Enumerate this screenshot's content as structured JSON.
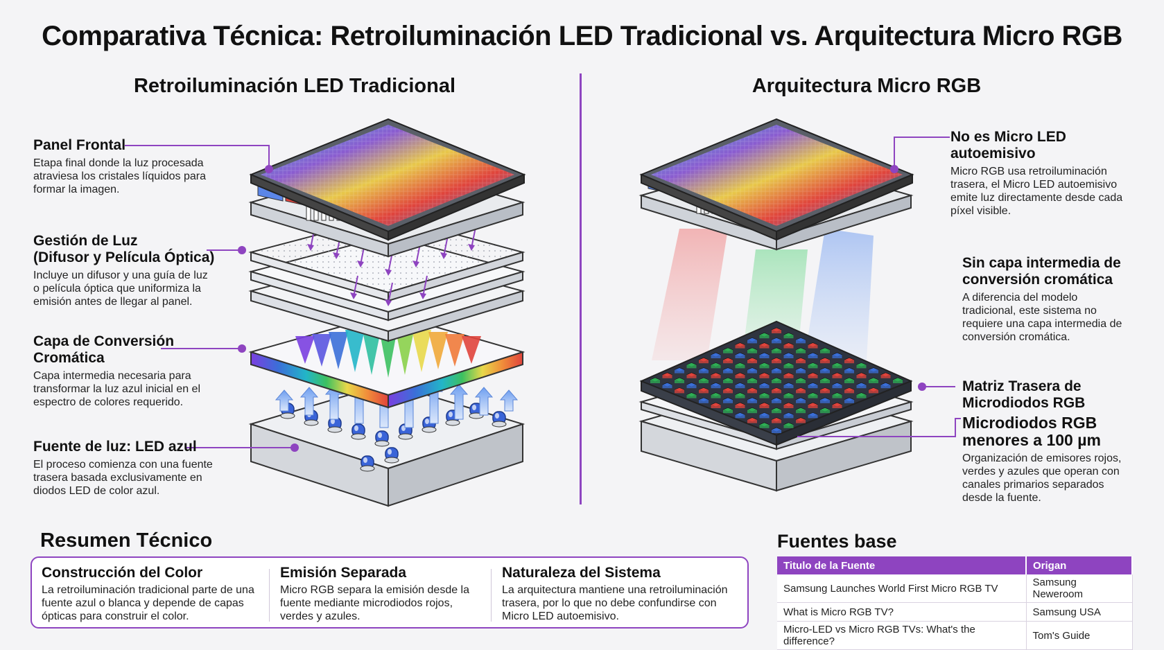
{
  "title": "Comparativa Técnica: Retroiluminación LED Tradicional vs. Arquitectura Micro RGB",
  "left_section": {
    "title": "Retroiluminación LED Tradicional",
    "labels": [
      {
        "title": "Panel Frontal",
        "body": [
          "Etapa final donde la luz procesada",
          "atraviesa los cristales líquidos para",
          "formar la imagen."
        ]
      },
      {
        "title": "Gestión de Luz",
        "title2": "(Difusor y Película Óptica)",
        "body": [
          "Incluye un difusor y una guía de luz",
          "o película óptica que uniformiza la",
          "emisión antes de llegar al panel."
        ]
      },
      {
        "title": "Capa de Conversión",
        "title2": "Cromática",
        "body": [
          "Capa intermedia necesaria para",
          "transformar la luz azul inicial en el",
          "espectro de colores requerido."
        ]
      },
      {
        "title": "Fuente de luz: LED azul",
        "body": [
          "El proceso comienza con una fuente",
          "trasera basada exclusivamente en",
          "diodos LED de color azul."
        ]
      }
    ]
  },
  "right_section": {
    "title": "Arquitectura Micro RGB",
    "labels": [
      {
        "title": "No es Micro LED autoemisivo",
        "body": [
          "Micro RGB usa retroiluminación",
          "trasera, el Micro LED autoemisivo",
          "emite luz directamente desde cada",
          "píxel visible."
        ]
      },
      {
        "title": "Sin capa intermedia de",
        "title2": "conversión cromática",
        "body": [
          "A diferencia del modelo",
          "tradicional, este sistema no",
          "requiere una capa intermedia de",
          "conversión cromática."
        ]
      },
      {
        "title": "Matriz Trasera de",
        "title2": "Microdiodos RGB"
      },
      {
        "title": "Microdiodos RGB",
        "title2": "menores a 100 µm",
        "body": [
          "Organización de emisores rojos,",
          "verdes y azules que operan con",
          "canales primarios separados",
          "desde la fuente."
        ]
      }
    ]
  },
  "summary": {
    "title": "Resumen Técnico",
    "columns": [
      {
        "title": "Construcción del Color",
        "body": [
          "La retroiluminación tradicional parte de una",
          "fuente azul o blanca y depende de capas",
          "ópticas para construir el color."
        ]
      },
      {
        "title": "Emisión Separada",
        "body": [
          "Micro RGB separa la emisión desde la",
          "fuente mediante microdiodos rojos,",
          "verdes y azules."
        ]
      },
      {
        "title": "Naturaleza del Sistema",
        "body": [
          "La arquitectura mantiene una retroiluminación",
          "trasera, por lo que no debe confundirse con",
          "Micro LED autoemisivo."
        ]
      }
    ]
  },
  "sources": {
    "title": "Fuentes base",
    "headers": [
      "Titulo de la Fuente",
      "Origan"
    ],
    "rows": [
      [
        "Samsung Launches World First Micro RGB TV",
        "Samsung Neweroom"
      ],
      [
        "What is Micro RGB TV?",
        "Samsung USA"
      ],
      [
        "Micro-LED vs Micro RGB TVs: What's the difference?",
        "Tom's Guide"
      ]
    ]
  },
  "colors": {
    "accent": "#8e44c0",
    "red": "#e0443c",
    "green": "#2fae55",
    "blue": "#3b6fd8",
    "led_blue": "#3a64d8"
  }
}
